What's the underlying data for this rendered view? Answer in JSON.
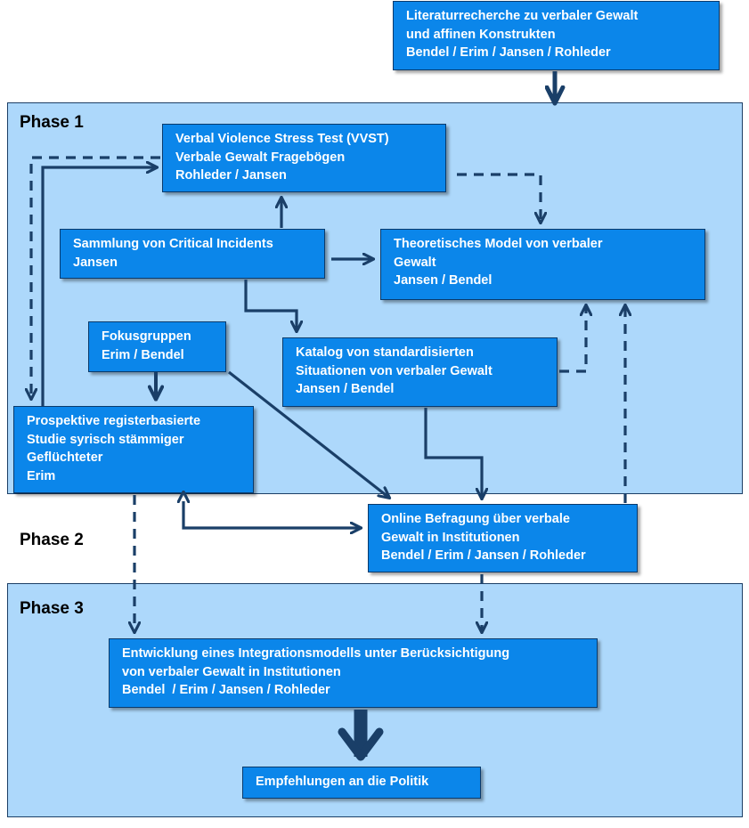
{
  "phases": {
    "phase1": "Phase 1",
    "phase2": "Phase 2",
    "phase3": "Phase 3"
  },
  "nodes": {
    "literature": [
      "Literaturrecherche zu verbaler Gewalt",
      "und affinen Konstrukten",
      "Bendel / Erim / Jansen / Rohleder"
    ],
    "vvst": [
      "Verbal Violence Stress Test (VVST)",
      "Verbale Gewalt Fragebögen",
      "Rohleder / Jansen"
    ],
    "critical_incidents": [
      "Sammlung von Critical Incidents",
      "Jansen"
    ],
    "theoretical_model": [
      "Theoretisches Model von verbaler",
      "Gewalt",
      "Jansen / Bendel"
    ],
    "focus_groups": [
      "Fokusgruppen",
      "Erim / Bendel"
    ],
    "catalog": [
      "Katalog von standardisierten",
      "Situationen von verbaler Gewalt",
      "Jansen / Bendel"
    ],
    "prospective_study": [
      "Prospektive registerbasierte",
      "Studie syrisch stämmiger",
      "Geflüchteter",
      "Erim"
    ],
    "online_survey": [
      "Online Befragung über verbale",
      "Gewalt in Institutionen",
      "Bendel / Erim / Jansen / Rohleder"
    ],
    "integration_model": [
      "Entwicklung eines Integrationsmodells unter Berücksichtigung",
      "von verbaler Gewalt in Institutionen",
      "Bendel  / Erim / Jansen / Rohleder"
    ],
    "recommendations": [
      "Empfehlungen an die Politik"
    ]
  },
  "colors": {
    "panel_fill": "#add8fb",
    "node_fill": "#0b86ea",
    "arrow": "#1a3f68"
  }
}
